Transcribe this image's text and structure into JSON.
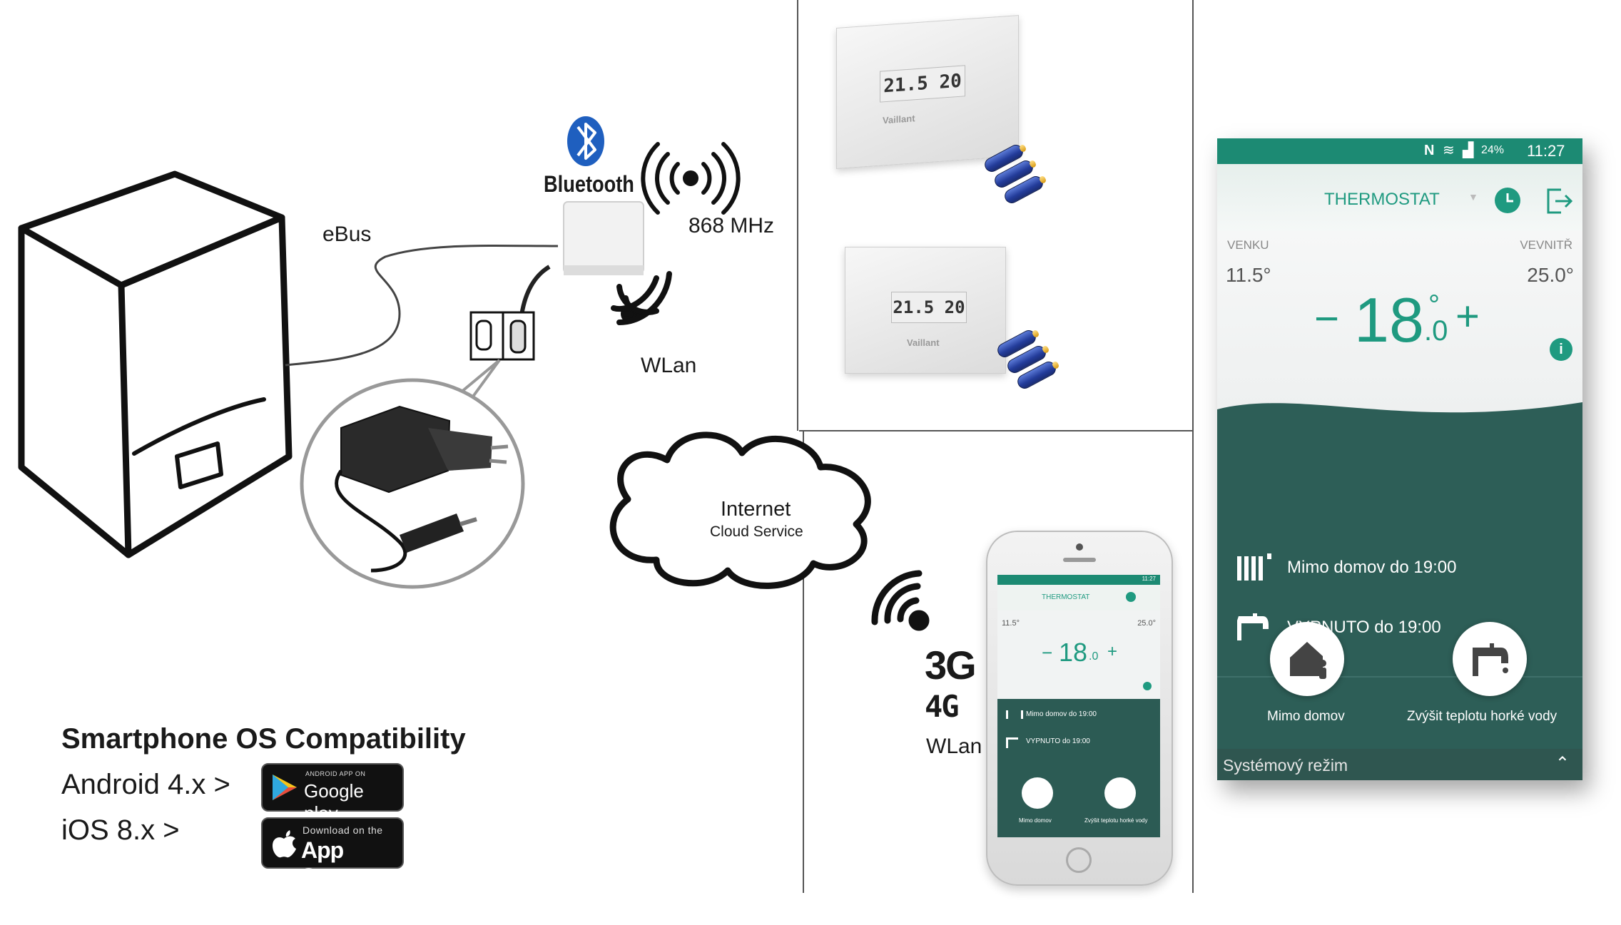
{
  "labels": {
    "ebus": "eBus",
    "bluetooth": "Bluetooth",
    "mhz": "868 MHz",
    "wlan_top": "WLan",
    "internet": "Internet",
    "cloud_service": "Cloud Service",
    "net_3g": "3G",
    "net_4g": "4G",
    "wlan_bottom": "WLan"
  },
  "compatibility": {
    "title": "Smartphone OS Compatibility",
    "android": "Android 4.x >",
    "ios": "iOS 8.x >",
    "google_small": "ANDROID APP ON",
    "google_big": "Google play",
    "apple_small": "Download on the",
    "apple_big": "App Store"
  },
  "devices": {
    "brand": "Vaillant",
    "display_top": "21.5 20",
    "display_bottom": "21.5 20"
  },
  "app": {
    "status_net": "N",
    "status_battery": "24%",
    "status_time": "11:27",
    "title": "THERMOSTAT",
    "outside_label": "VENKU",
    "inside_label": "VEVNITŘ",
    "outside_value": "11.5°",
    "inside_value": "25.0°",
    "minus": "−",
    "setpoint": "18",
    "setpoint_degree": "°",
    "setpoint_decimal": ".0",
    "plus": "+",
    "info": "i",
    "row1": "Mimo domov do 19:00",
    "row2": "VYPNUTO do 19:00",
    "btn1": "Mimo domov",
    "btn2": "Zvýšit teplotu horké vody",
    "footer": "Systémový režim"
  },
  "small_app": {
    "time": "11:27",
    "title": "THERMOSTAT",
    "outside_value": "11.5°",
    "inside_value": "25.0°",
    "setpoint": "18",
    "setpoint_decimal": ".0",
    "row1": "Mimo domov do 19:00",
    "row2": "VYPNUTO do 19:00",
    "btn1": "Mimo domov",
    "btn2": "Zvýšit teplotu horké vody"
  },
  "colors": {
    "app_teal": "#1f9a80",
    "app_dark": "#2c5b54",
    "bluetooth_blue": "#1f5fbf",
    "battery_blue": "#233c9a"
  }
}
